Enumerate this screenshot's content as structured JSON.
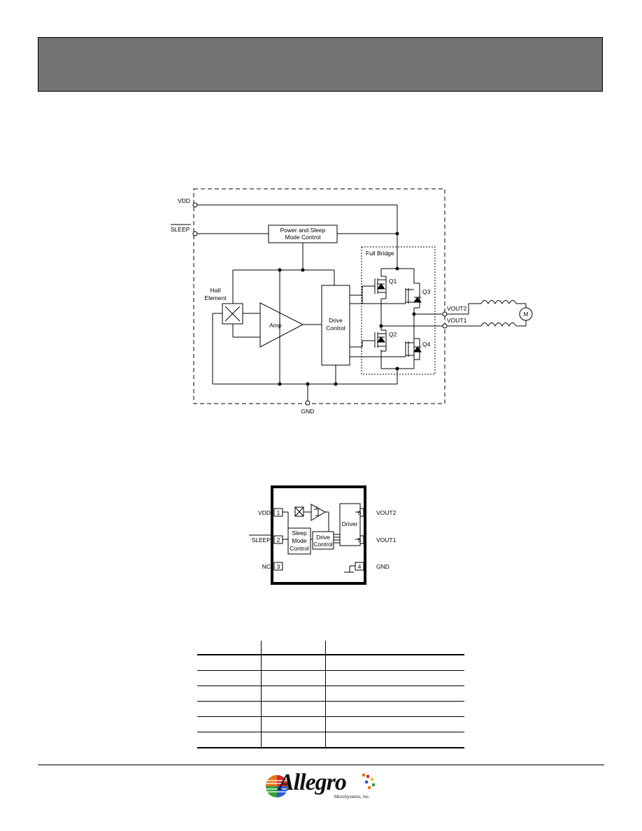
{
  "block_diagram": {
    "pins": {
      "vdd": "VDD",
      "sleep": "SLEEP",
      "gnd": "GND",
      "vout2": "VOUT2",
      "vout1": "VOUT1"
    },
    "power_block": {
      "line1": "Power and Sleep",
      "line2": "Mode Control"
    },
    "hall": {
      "line1": "Hall",
      "line2": "Element"
    },
    "amp": "Amp",
    "drive": {
      "line1": "Drive",
      "line2": "Control"
    },
    "full_bridge": "Full Bridge",
    "transistors": {
      "q1": "Q1",
      "q2": "Q2",
      "q3": "Q3",
      "q4": "Q4"
    },
    "motor": "M"
  },
  "package_diagram": {
    "left_pins": [
      {
        "num": "1",
        "label": "VDD"
      },
      {
        "num": "2",
        "label": "SLEEP"
      },
      {
        "num": "3",
        "label": "NC"
      }
    ],
    "right_pins": [
      {
        "num": "6",
        "label": "VOUT2"
      },
      {
        "num": "5",
        "label": "VOUT1"
      },
      {
        "num": "4",
        "label": "GND"
      }
    ],
    "sleep_block": {
      "line1": "Sleep",
      "line2": "Mode",
      "line3": "Control"
    },
    "drive_block": {
      "line1": "Drive",
      "line2": "Control"
    },
    "driver": "Driver"
  },
  "footer": {
    "logo_word": "Allegro",
    "logo_sub": "MicroSystems, Inc."
  },
  "colors": {
    "header_bar": "#737373",
    "logo_orange": "#e8731c",
    "logo_red": "#d42a2a",
    "logo_blue": "#2a5bd4",
    "logo_green": "#2aa33c",
    "logo_yellow": "#f2c21b"
  }
}
